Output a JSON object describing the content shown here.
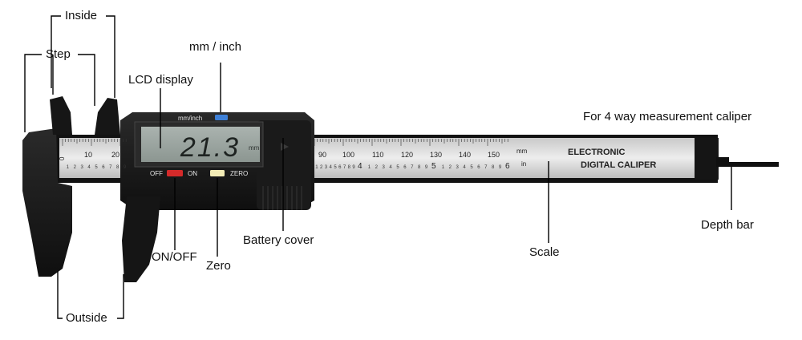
{
  "callouts": {
    "inside": "Inside",
    "step": "Step",
    "mm_inch": "mm / inch",
    "lcd_display": "LCD display",
    "for_4_way": "For 4 way measurement caliper",
    "on_off": "ON/OFF",
    "zero": "Zero",
    "battery_cover": "Battery cover",
    "scale": "Scale",
    "depth_bar": "Depth bar",
    "outside": "Outside"
  },
  "device": {
    "lcd_reading": "21.3",
    "lcd_unit": "mm",
    "unit_button_label": "mm/inch",
    "off_label": "OFF",
    "on_label": "ON",
    "zero_label": "ZERO",
    "brand_line1": "ELECTRONIC",
    "brand_line2": "DIGITAL CALIPER",
    "scale_unit_mm": "mm",
    "scale_unit_in": "in",
    "mm_scale_numbers_left": [
      "0",
      "10",
      "20"
    ],
    "mm_scale_numbers_right": [
      "90",
      "100",
      "110",
      "120",
      "130",
      "140",
      "150"
    ],
    "inch_scale_numbers": [
      "4",
      "5",
      "6"
    ],
    "inch_minor_digits": [
      "1",
      "2",
      "3",
      "4",
      "5",
      "6",
      "7",
      "8",
      "9"
    ]
  },
  "colors": {
    "body": "#1b1b1b",
    "scale_bar": "#d8d8d8",
    "lcd": "#9aa4a0",
    "off_button": "#d42a2a",
    "zero_button": "#f3ecb6",
    "unit_button": "#3d7fd6"
  }
}
